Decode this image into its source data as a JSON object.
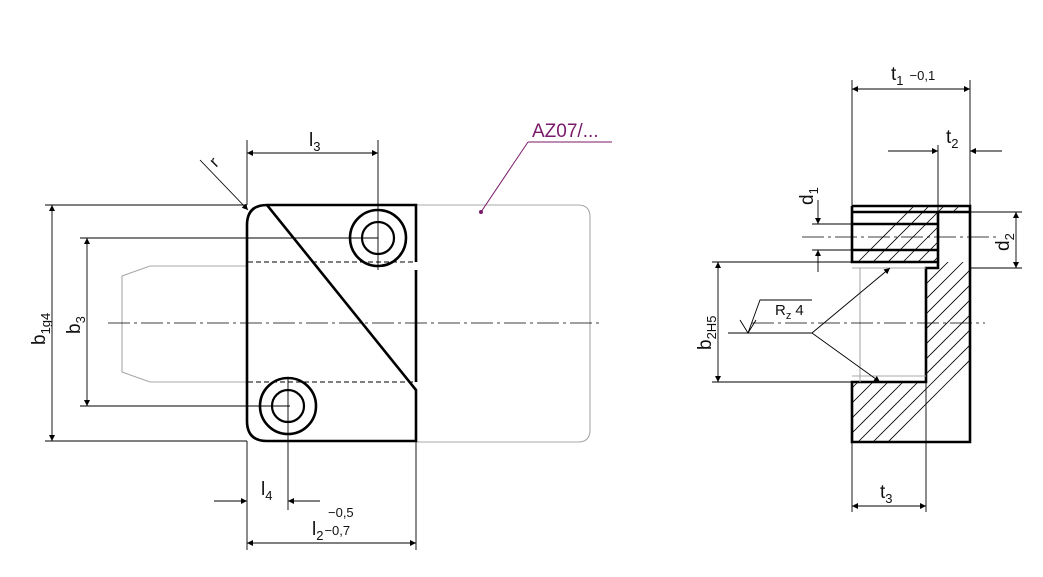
{
  "callout": {
    "label": "AZ07/...",
    "color": "#7a1a6a"
  },
  "front_view": {
    "dim_l3": "l",
    "dim_l3_sub": "3",
    "dim_r": "r",
    "dim_b1": "b",
    "dim_b1_sub": "1g4",
    "dim_b3": "b",
    "dim_b3_sub": "3",
    "dim_l4": "l",
    "dim_l4_sub": "4",
    "dim_l2": "l",
    "dim_l2_sub": "2",
    "tol_l2_upper": "−0,5",
    "tol_l2_lower": "−0,7"
  },
  "side_view": {
    "dim_t1": "t",
    "dim_t1_sub": "1",
    "tol_t1": "−0,1",
    "dim_t2": "t",
    "dim_t2_sub": "2",
    "dim_d1": "d",
    "dim_d1_sub": "1",
    "dim_d2": "d",
    "dim_d2_sub": "2",
    "dim_b2": "b",
    "dim_b2_sub": "2H5",
    "roughness_symbol": "R",
    "roughness_sub": "z",
    "roughness_value": "4",
    "dim_t3": "t",
    "dim_t3_sub": "3"
  }
}
